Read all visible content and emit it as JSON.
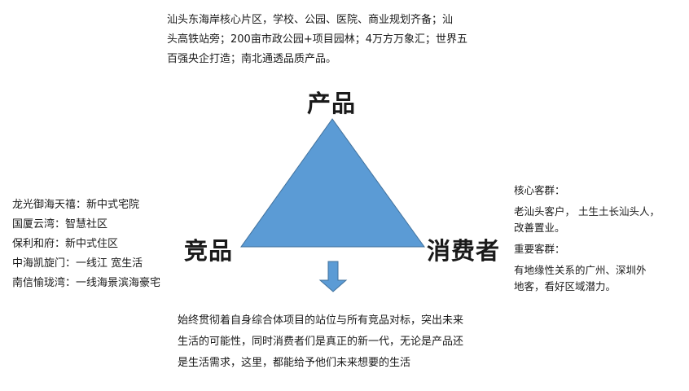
{
  "product_description": [
    "汕头东海岸核心片区，学校、公园、医院、商业规划齐备；汕",
    "头高铁站旁；200亩市政公园+项目园林；4万方万象汇；世界五",
    "百强央企打造；南北通透品质产品。"
  ],
  "triangle": {
    "top_label": "产品",
    "left_label": "竞品",
    "right_label": "消费者",
    "fill_color": "#5b9bd5",
    "stroke_color": "#41719c"
  },
  "competitors": [
    "龙光御海天禧：新中式宅院",
    "国厦云湾：智慧社区",
    "保利和府：新中式住区",
    "中海凯旋门：一线江  宽生活",
    "南信愉珑湾：一线海景滨海豪宅"
  ],
  "consumer_groups": [
    {
      "title": "核心客群：",
      "lines": [
        "老汕头客户， 土生土长汕头人，",
        "改善置业。"
      ]
    },
    {
      "title": "重要客群：",
      "lines": [
        "有地缘性关系的广州、深圳外",
        "地客，看好区域潜力。"
      ]
    }
  ],
  "conclusion": [
    "始终贯彻着自身综合体项目的站位与所有竞品对标，突出未来",
    "生活的可能性，同时消费者们是真正的新一代，无论是产品还",
    "是生活需求，这里，都能给予他们未来想要的生活"
  ],
  "arrow_icon": "down-arrow-icon"
}
